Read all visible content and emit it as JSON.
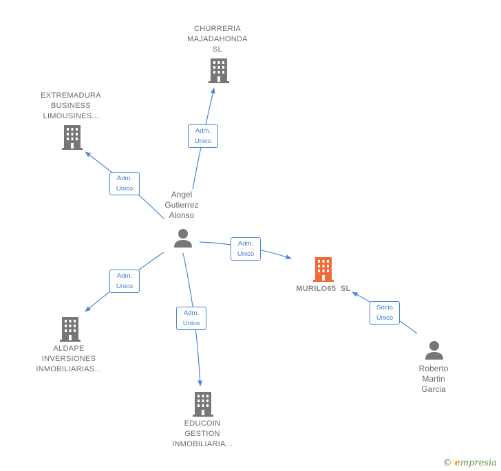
{
  "colors": {
    "edge": "#4a86d4",
    "node_gray": "#777777",
    "node_highlight": "#f26a38",
    "person": "#777777"
  },
  "nodes": {
    "churreria": {
      "lines": [
        "CHURRERIA",
        "MAJADAHONDA",
        "SL"
      ],
      "icon": "building-icon"
    },
    "extremadura": {
      "lines": [
        "EXTREMADURA",
        "BUSINESS",
        "LIMOUSINES..."
      ],
      "icon": "building-icon"
    },
    "aldape": {
      "lines": [
        "ALDAPE",
        "INVERSIONES",
        "INMOBILIARIAS..."
      ],
      "icon": "building-icon"
    },
    "educoin": {
      "lines": [
        "EDUCOIN",
        "GESTION",
        "INMOBILIARIA..."
      ],
      "icon": "building-icon"
    },
    "murilo": {
      "label": "MURILO65  SL",
      "icon": "building-icon"
    },
    "angel": {
      "lines": [
        "Angel",
        "Gutierrez",
        "Alonso"
      ],
      "icon": "person-icon"
    },
    "roberto": {
      "lines": [
        "Roberto",
        "Martin",
        "Garcia"
      ],
      "icon": "person-icon"
    }
  },
  "edges": [
    {
      "id": "angel-churreria",
      "role": [
        "Adm.",
        "Unico"
      ]
    },
    {
      "id": "angel-extremadura",
      "role": [
        "Adm.",
        "Unico"
      ]
    },
    {
      "id": "angel-murilo",
      "role": [
        "Adm.",
        "Unico"
      ]
    },
    {
      "id": "angel-aldape",
      "role": [
        "Adm.",
        "Unico"
      ]
    },
    {
      "id": "angel-educoin",
      "role": [
        "Adm.",
        "Unico"
      ]
    },
    {
      "id": "roberto-murilo",
      "role": [
        "Socio",
        "Único"
      ]
    }
  ],
  "footer": {
    "copyright_symbol": "©",
    "brand_initial": "e",
    "brand_rest": "mpresia"
  }
}
